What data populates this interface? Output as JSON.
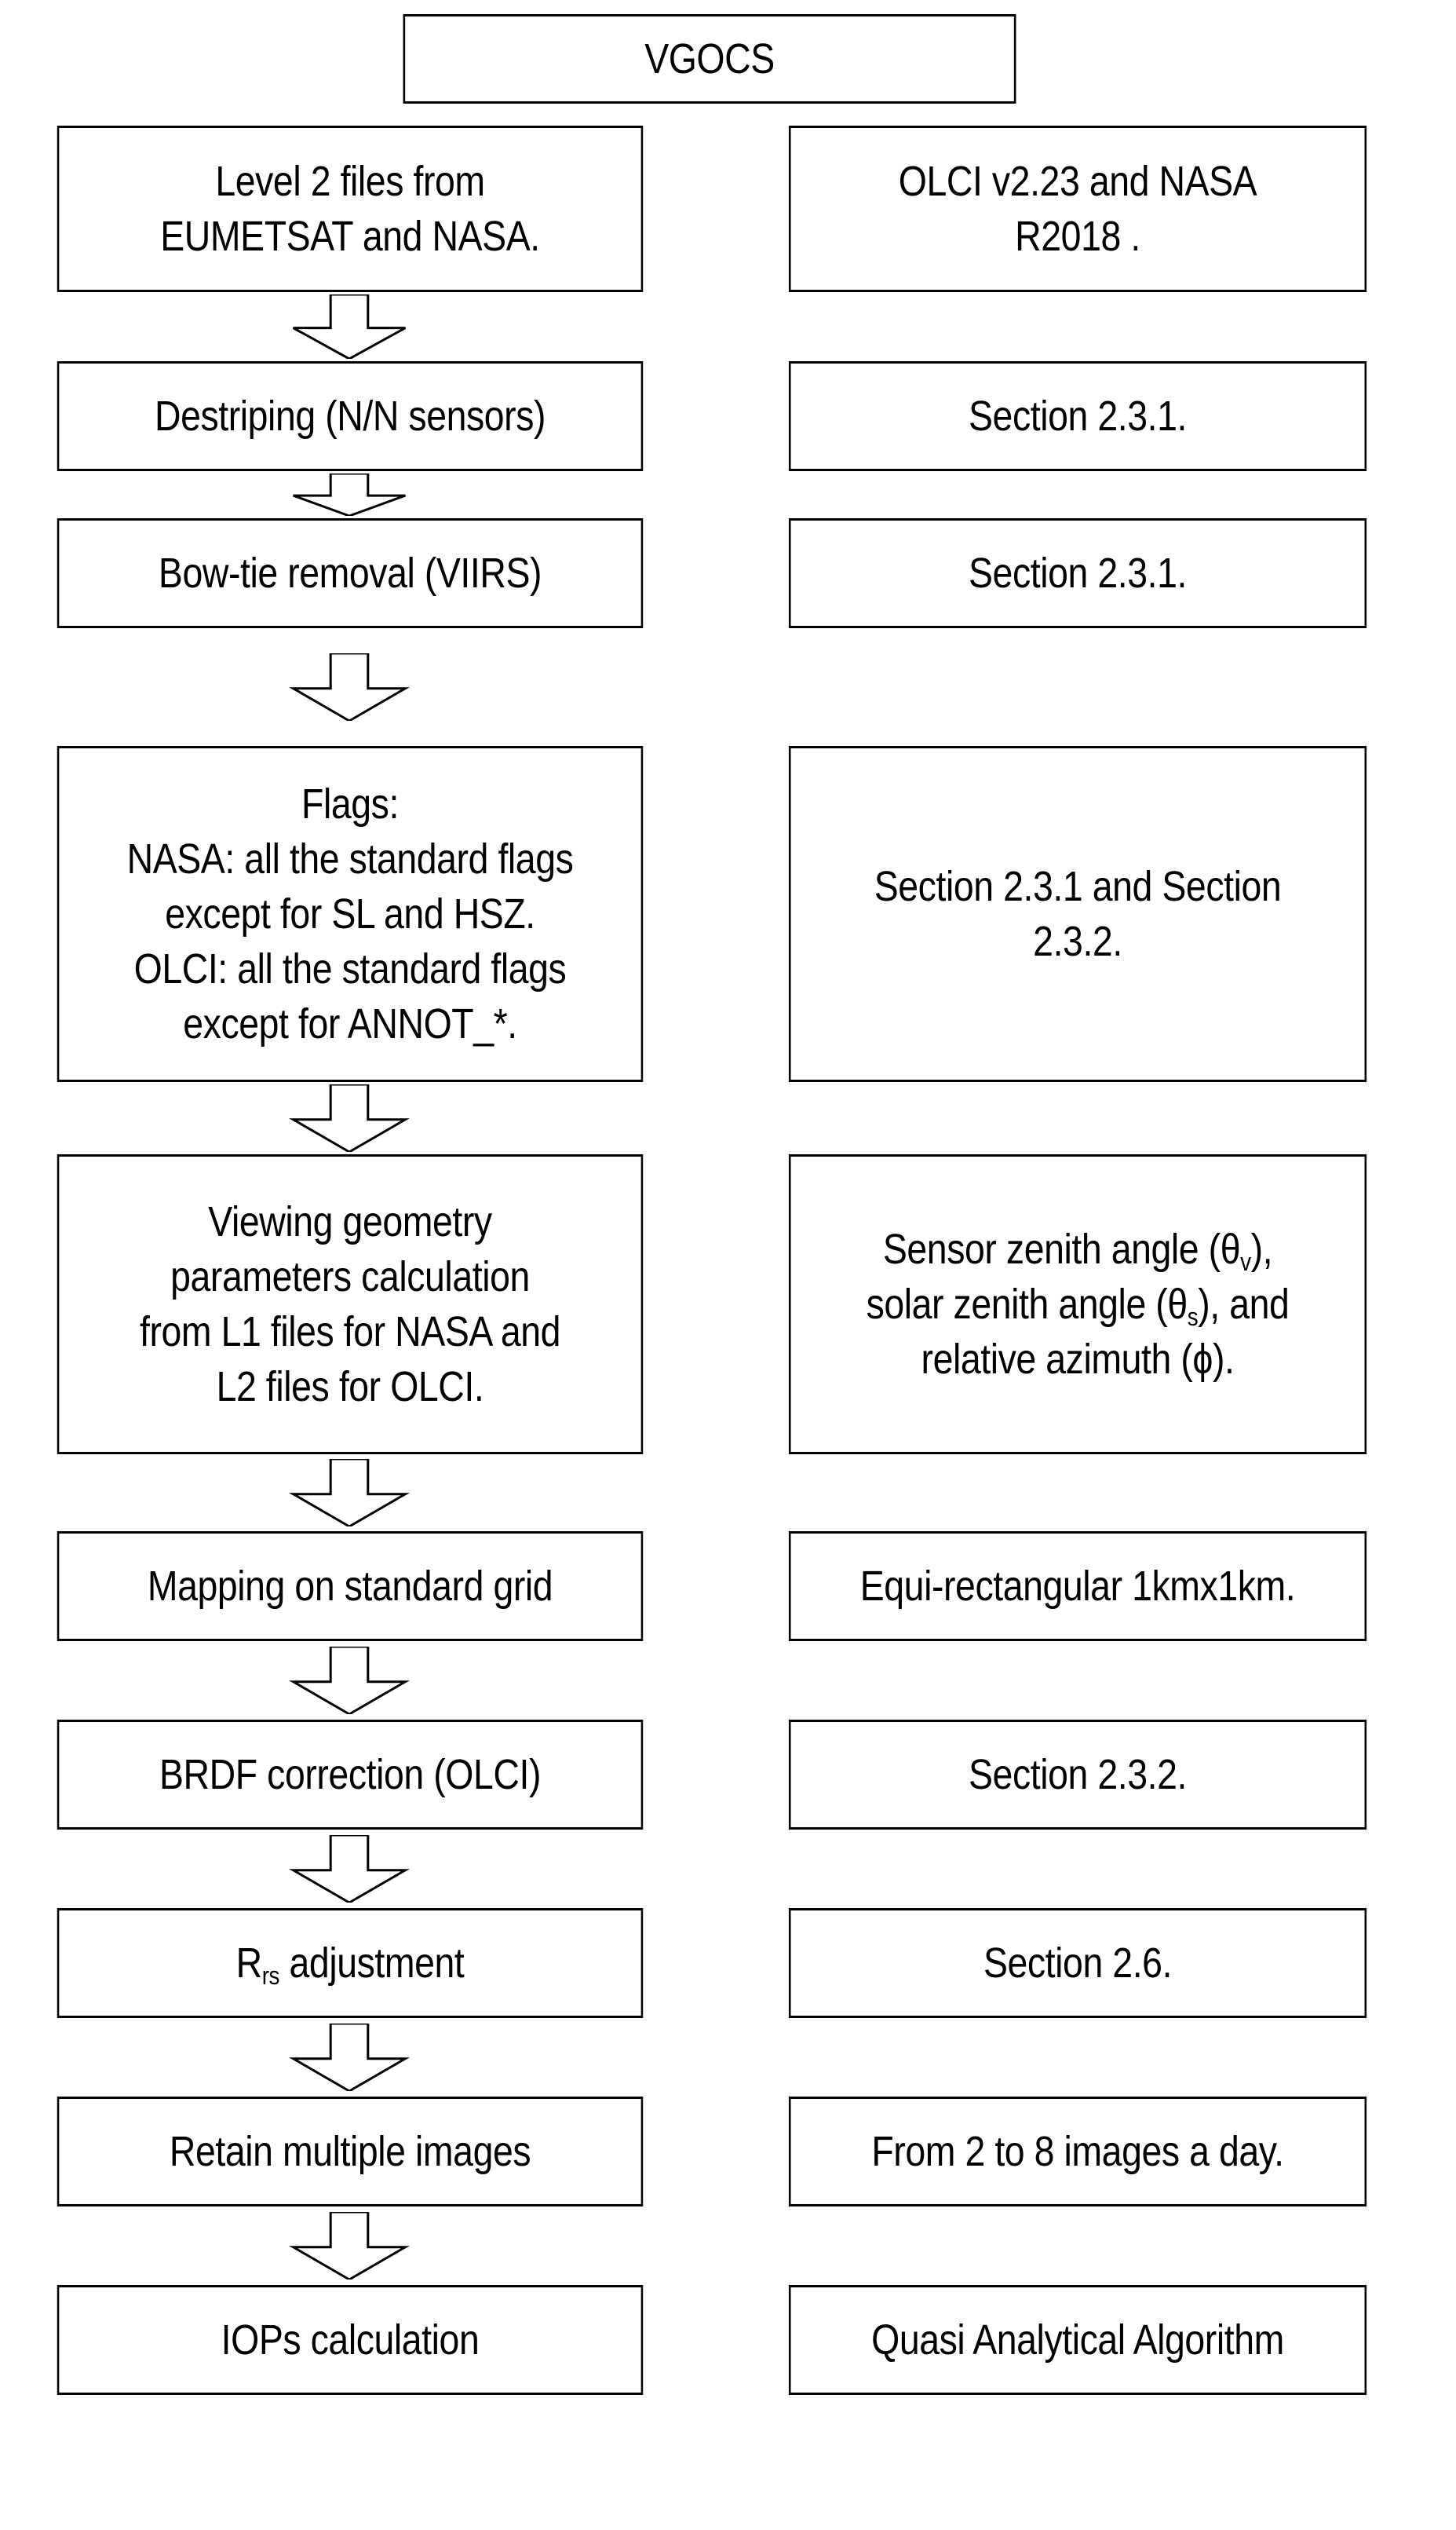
{
  "title": {
    "label": "VGOCS"
  },
  "columns": {
    "left_header": "",
    "right_header": ""
  },
  "colors": {
    "border": "#000000",
    "background": "#FFFFFF",
    "text": "#000000",
    "arrow_stroke": "#000000",
    "arrow_fill": "#FFFFFF"
  },
  "rows": [
    {
      "step": "Level 2 files from\nEUMETSAT and NASA.",
      "detail": "OLCI v2.23 and NASA\nR2018 ."
    },
    {
      "step": "Destriping (N/N sensors)",
      "detail": "Section 2.3.1."
    },
    {
      "step": "Bow-tie removal (VIIRS)",
      "detail": "Section 2.3.1."
    },
    {
      "step": "Flags:\nNASA: all the standard flags\nexcept for SL and HSZ.\nOLCI: all the standard flags\nexcept for ANNOT_*.",
      "detail": "Section 2.3.1 and Section\n2.3.2."
    },
    {
      "step": "Viewing geometry\nparameters calculation\nfrom L1 files for NASA and\nL2 files for OLCI.",
      "detail_html": "Sensor zenith angle (θ<sub>v</sub>),\nsolar zenith angle (θ<sub>s</sub>), and\nrelative azimuth (ϕ)."
    },
    {
      "step": "Mapping on standard grid",
      "detail": "Equi-rectangular 1kmx1km."
    },
    {
      "step": "BRDF correction (OLCI)",
      "detail": "Section 2.3.2."
    },
    {
      "step_html": "R<sub>rs</sub> adjustment",
      "detail": "Section 2.6."
    },
    {
      "step": "Retain multiple images",
      "detail": "From 2 to 8 images a day."
    },
    {
      "step": "IOPs calculation",
      "detail": "Quasi Analytical Algorithm"
    }
  ],
  "arrows": {
    "count": 9,
    "direction": "down",
    "style": "hollow-block-arrow"
  }
}
